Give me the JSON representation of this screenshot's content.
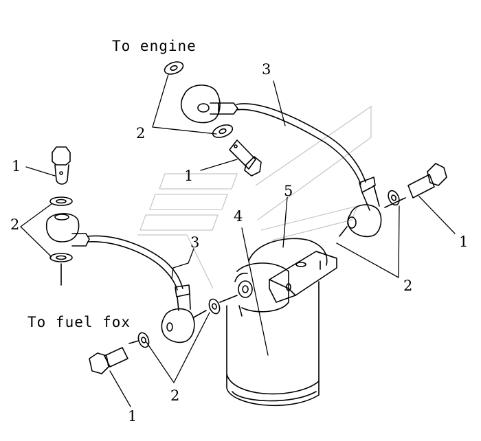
{
  "captions": {
    "to_engine": "To engine",
    "to_fuel_fox": "To fuel fox"
  },
  "callouts": {
    "c1_left": "1",
    "c2_left": "2",
    "c3_left": "3",
    "c1_bottom": "1",
    "c2_bottom": "2",
    "c1_top": "1",
    "c2_top": "2",
    "c3_top": "3",
    "c4": "4",
    "c5": "5",
    "c1_right": "1",
    "c2_right": "2"
  },
  "colors": {
    "line": "#000000",
    "watermark": "#c8c8c8"
  },
  "icons": {
    "watermark": "logo-watermark"
  }
}
